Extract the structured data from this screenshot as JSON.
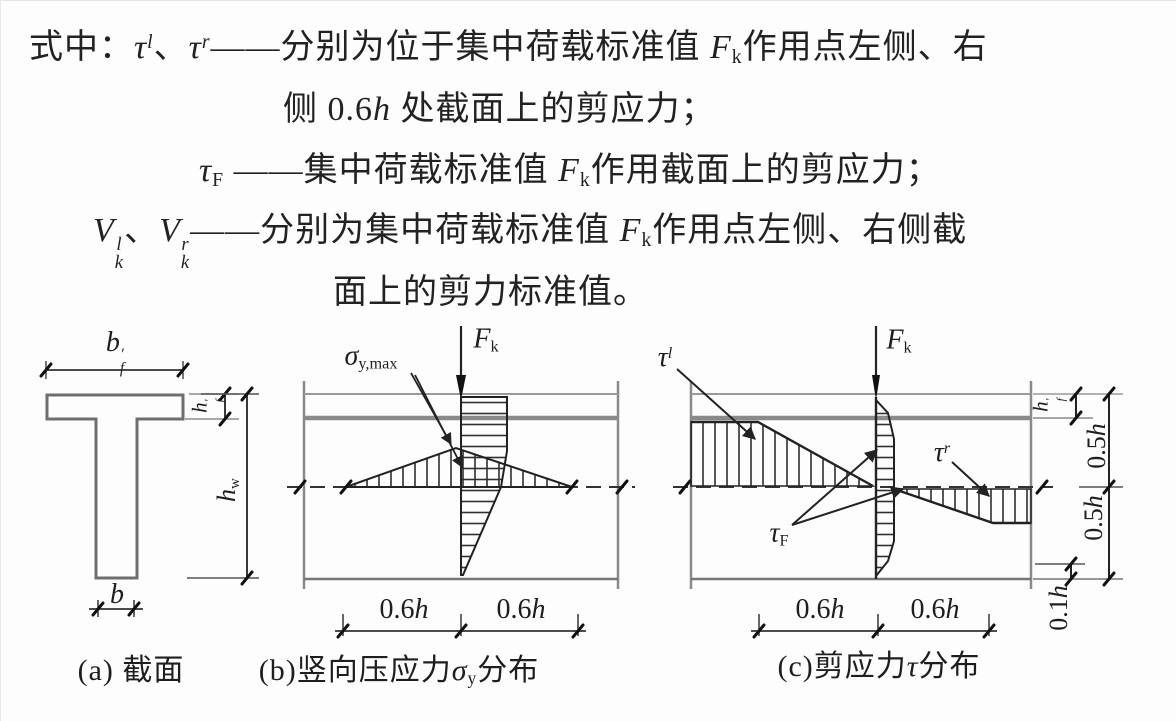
{
  "notes": {
    "line1": [
      {
        "t": "式中："
      },
      {
        "t": "τ",
        "s": "i"
      },
      {
        "t": "l",
        "s": "isup"
      },
      {
        "t": "、"
      },
      {
        "t": "τ",
        "s": "i"
      },
      {
        "t": "r",
        "s": "isup"
      },
      {
        "t": "——"
      },
      {
        "t": "分别为位于集中荷载标准值 "
      },
      {
        "t": "F",
        "s": "i"
      },
      {
        "t": "k",
        "s": "sub"
      },
      {
        "t": "作用点左侧、右"
      }
    ],
    "line2": [
      {
        "t": "侧 0.6"
      },
      {
        "t": "h",
        "s": "i"
      },
      {
        "t": " 处截面上的剪应力；"
      }
    ],
    "line3": [
      {
        "t": "τ",
        "s": "i"
      },
      {
        "t": "F",
        "s": "sub"
      },
      {
        "t": " ——集中荷载标准值 "
      },
      {
        "t": "F",
        "s": "i"
      },
      {
        "t": "k",
        "s": "sub"
      },
      {
        "t": "作用截面上的剪应力；"
      }
    ],
    "line4": [
      {
        "t": "V",
        "s": "i"
      },
      {
        "t": "l|k",
        "s": "ss"
      },
      {
        "t": "、"
      },
      {
        "t": "V",
        "s": "i"
      },
      {
        "t": "r|k",
        "s": "ss"
      },
      {
        "t": "——分别为集中荷载标准值 "
      },
      {
        "t": "F",
        "s": "i"
      },
      {
        "t": "k",
        "s": "sub"
      },
      {
        "t": "作用点左侧、右侧截"
      }
    ],
    "line5": [
      {
        "t": "面上的剪力标准值。"
      }
    ]
  },
  "panel_a": {
    "caption": [
      {
        "t": "(a) 截面"
      }
    ],
    "dim_bf": [
      {
        "t": "b",
        "s": "i"
      },
      {
        "t": "′|f",
        "s": "ss"
      }
    ],
    "dim_hf": [
      {
        "t": "h",
        "s": "i"
      },
      {
        "t": "′|f",
        "s": "ss"
      }
    ],
    "dim_hw": [
      {
        "t": "h",
        "s": "i"
      },
      {
        "t": "w",
        "s": "sub"
      }
    ],
    "dim_b": [
      {
        "t": "b",
        "s": "i"
      }
    ]
  },
  "panel_b": {
    "caption": [
      {
        "t": "(b)竖向压应力"
      },
      {
        "t": "σ",
        "s": "i"
      },
      {
        "t": "y",
        "s": "sub"
      },
      {
        "t": "分布"
      }
    ],
    "sigma_max": [
      {
        "t": "σ",
        "s": "i"
      },
      {
        "t": "y,max",
        "s": "sub"
      }
    ],
    "fk": [
      {
        "t": "F",
        "s": "i"
      },
      {
        "t": "k",
        "s": "sub"
      }
    ],
    "dim_left": [
      {
        "t": "0.6"
      },
      {
        "t": "h",
        "s": "i"
      }
    ],
    "dim_right": [
      {
        "t": "0.6"
      },
      {
        "t": "h",
        "s": "i"
      }
    ]
  },
  "panel_c": {
    "caption": [
      {
        "t": "(c)剪应力"
      },
      {
        "t": "τ",
        "s": "i"
      },
      {
        "t": "分布"
      }
    ],
    "fk": [
      {
        "t": "F",
        "s": "i"
      },
      {
        "t": "k",
        "s": "sub"
      }
    ],
    "tau_l": [
      {
        "t": "τ",
        "s": "i"
      },
      {
        "t": "l",
        "s": "isup"
      }
    ],
    "tau_r": [
      {
        "t": "τ",
        "s": "i"
      },
      {
        "t": "r",
        "s": "isup"
      }
    ],
    "tau_f": [
      {
        "t": "τ",
        "s": "i"
      },
      {
        "t": "F",
        "s": "sub"
      }
    ],
    "dim_left": [
      {
        "t": "0.6"
      },
      {
        "t": "h",
        "s": "i"
      }
    ],
    "dim_right": [
      {
        "t": "0.6"
      },
      {
        "t": "h",
        "s": "i"
      }
    ],
    "dim_hf": [
      {
        "t": "h",
        "s": "i"
      },
      {
        "t": "′|f",
        "s": "ss"
      }
    ],
    "dim_05h_top": [
      {
        "t": "0.5"
      },
      {
        "t": "h",
        "s": "i"
      }
    ],
    "dim_05h_bot": [
      {
        "t": "0.5"
      },
      {
        "t": "h",
        "s": "i"
      }
    ],
    "dim_01h": [
      {
        "t": "0.1"
      },
      {
        "t": "h",
        "s": "i"
      }
    ]
  },
  "colors": {
    "ink": "#222222",
    "structure_gray": "#8a8a8a",
    "light_gray": "#9a9a9a",
    "background": "#fdfdfd"
  }
}
